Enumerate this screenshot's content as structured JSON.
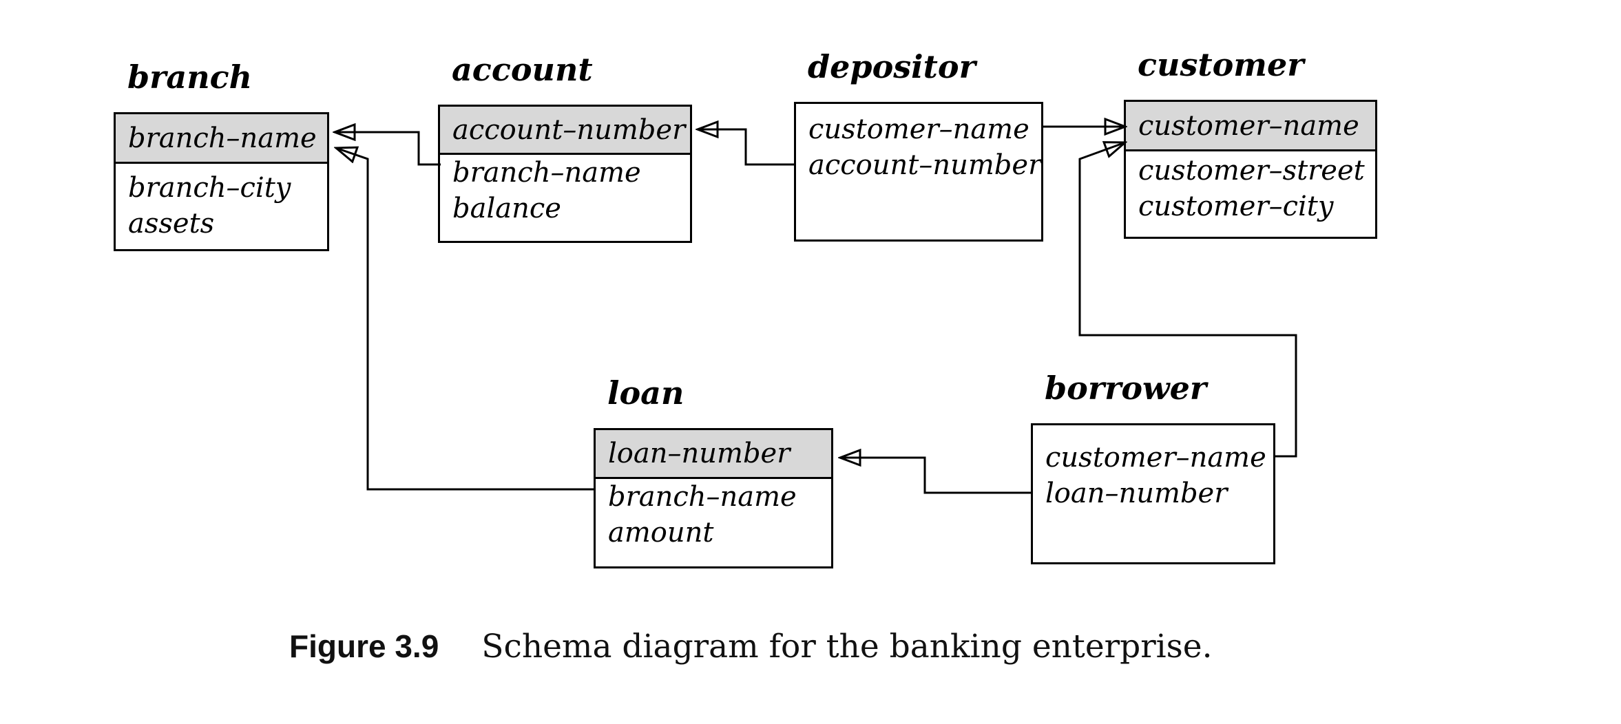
{
  "figure": {
    "label": "Figure 3.9",
    "caption": "Schema diagram for the banking enterprise."
  },
  "colors": {
    "key_header_fill": "#d8d8d8",
    "line": "#000000",
    "background": "#ffffff"
  },
  "tables": {
    "branch": {
      "title": "branch",
      "key": "branch–name",
      "rows": [
        "branch–city",
        "assets"
      ]
    },
    "account": {
      "title": "account",
      "key": "account–number",
      "rows": [
        "branch–name",
        "balance"
      ]
    },
    "depositor": {
      "title": "depositor",
      "rows": [
        "customer–name",
        "account–number"
      ]
    },
    "customer": {
      "title": "customer",
      "key": "customer–name",
      "rows": [
        "customer–street",
        "customer–city"
      ]
    },
    "loan": {
      "title": "loan",
      "key": "loan–number",
      "rows": [
        "branch–name",
        "amount"
      ]
    },
    "borrower": {
      "title": "borrower",
      "rows": [
        "customer–name",
        "loan–number"
      ]
    }
  },
  "relationships": [
    {
      "from": "account.branch–name",
      "to": "branch.branch–name"
    },
    {
      "from": "loan.branch–name",
      "to": "branch.branch–name"
    },
    {
      "from": "depositor.account–number",
      "to": "account.account–number"
    },
    {
      "from": "depositor.customer–name",
      "to": "customer.customer–name"
    },
    {
      "from": "borrower.customer–name",
      "to": "customer.customer–name"
    },
    {
      "from": "borrower.loan–number",
      "to": "loan.loan–number"
    }
  ]
}
